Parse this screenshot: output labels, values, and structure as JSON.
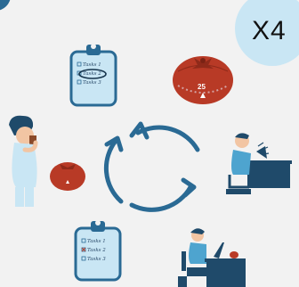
{
  "badge": {
    "text": "X4"
  },
  "checklist_top": {
    "tasks": [
      "Tasks 1",
      "Tasks 2",
      "Tasks 3"
    ]
  },
  "checklist_bottom": {
    "tasks": [
      "Tasks 1",
      "Tasks 2",
      "Tasks 3"
    ]
  },
  "timer": {
    "value": "25"
  },
  "colors": {
    "cycle_arrow": "#2a6a94",
    "tomato": "#b83a26",
    "clipboard": "#c9e6f4",
    "desk": "#1f4a6a",
    "badge": "#c9e6f4"
  }
}
